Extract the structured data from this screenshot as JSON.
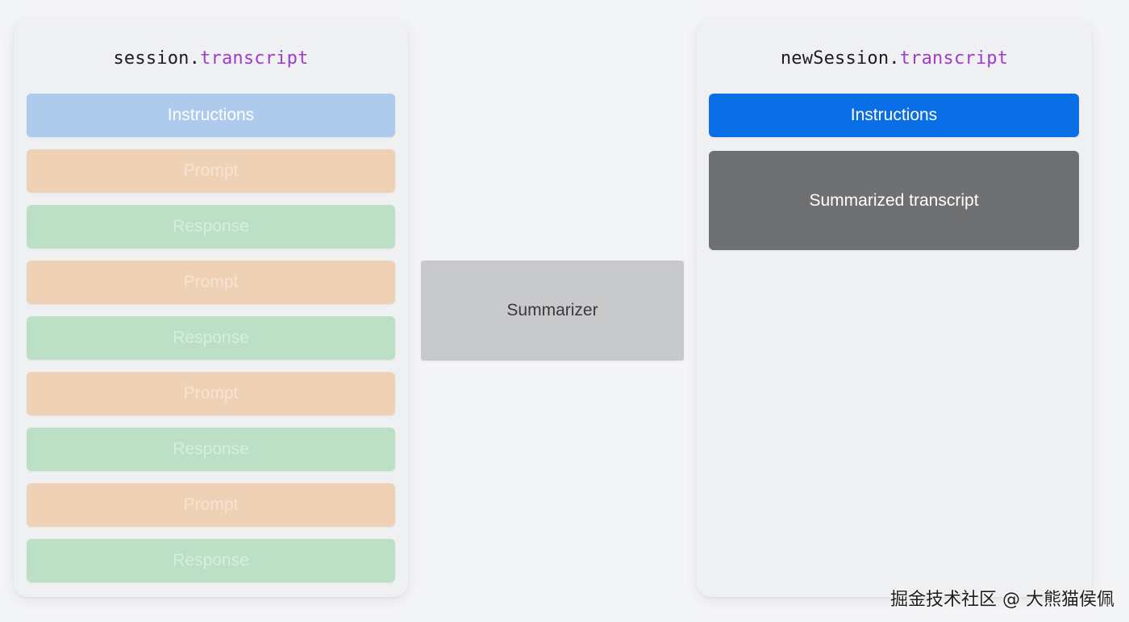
{
  "left_panel": {
    "title_object": "session",
    "title_dot": ".",
    "title_property": "transcript",
    "blocks": [
      {
        "label": "Instructions"
      },
      {
        "label": "Prompt"
      },
      {
        "label": "Response"
      },
      {
        "label": "Prompt"
      },
      {
        "label": "Response"
      },
      {
        "label": "Prompt"
      },
      {
        "label": "Response"
      },
      {
        "label": "Prompt"
      },
      {
        "label": "Response"
      }
    ]
  },
  "middle": {
    "summarizer_label": "Summarizer"
  },
  "right_panel": {
    "title_object": "newSession",
    "title_dot": ".",
    "title_property": "transcript",
    "instructions_label": "Instructions",
    "summary_label": "Summarized transcript"
  },
  "watermark": "掘金技术社区 @ 大熊猫侯佩",
  "colors": {
    "instructions_active": "#0a6fe6",
    "instructions_faded": "#aecaec",
    "prompt": "#efd1b6",
    "response": "#bce0c6",
    "summary": "#6f7072",
    "summarizer": "#c8c9cb",
    "property_accent": "#a23cc8"
  }
}
